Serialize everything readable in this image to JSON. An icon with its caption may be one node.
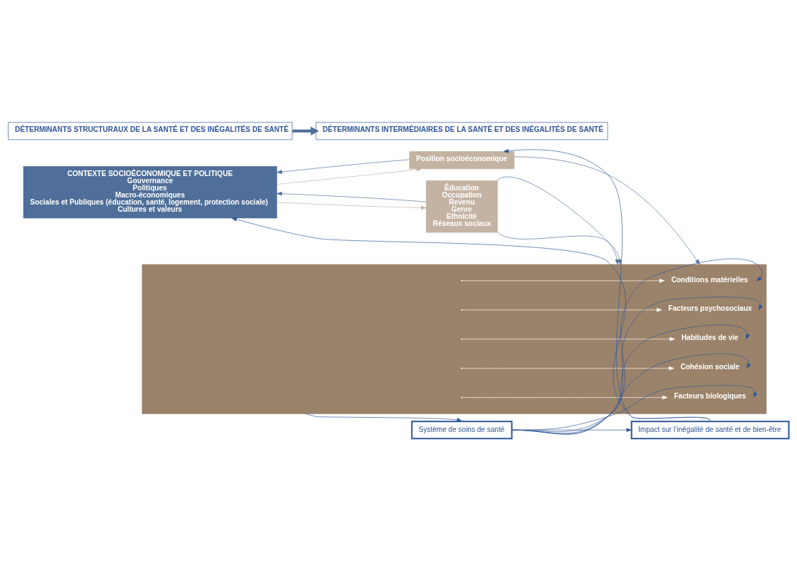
{
  "diagram": {
    "nodes": [
      {
        "text": [
          "CONTEXTE SOCIOÉCONOMIQUE ET POLITIQUE",
          "Gouvernance",
          "Politiques",
          "Macro-économiques",
          "Sociales et Publiques (éducation, santé, logement, protection sociale)",
          "Cultures et valeurs"
        ]
      },
      {
        "text": [
          "Position socioéconomique"
        ]
      },
      {
        "text": [
          "Éducation",
          "Occupation",
          "Revenu",
          "Genre",
          "Ethnicité",
          "Réseaux sociaux"
        ]
      },
      {
        "text": [],
        "shape": "box"
      },
      {
        "text": [
          "Conditions matérielles"
        ],
        "in": 3
      },
      {
        "text": [
          "Cohésion sociale"
        ],
        "in": 3
      },
      {
        "text": [
          "Facteurs psychosociaux"
        ],
        "in": 3
      },
      {
        "text": [
          "Habitudes de vie"
        ],
        "in": 3
      },
      {
        "text": [
          "Facteurs biologiques"
        ],
        "in": 3
      },
      {
        "text": [
          "Impact sur l’inégalité de santé et de bien-être"
        ]
      },
      {
        "text": [
          "Système de soins de santé"
        ]
      },
      {
        "text": [
          "DÉTERMINANTS STRUCTURAUX DE LA SANTÉ ET DES INÉGALITÉS DE SANTÉ"
        ]
      },
      {
        "text": [
          "DÉTERMINANTS INTERMÉDIAIRES DE LA SANTÉ ET DES INÉGALITÉS DE SANTÉ"
        ]
      }
    ],
    "edges": [
      {
        "from": 0,
        "to": 1,
        "arrow": "to",
        "color": "#c4b3a3"
      },
      {
        "from": 1,
        "to": 0,
        "arrow": "to",
        "color": "#4f6e99"
      },
      {
        "from": 0,
        "to": 2,
        "arrow": "to",
        "color": "#c4b3a3"
      },
      {
        "from": 2,
        "to": 0,
        "arrow": "to",
        "color": "#4f6e99"
      },
      {
        "from": 1,
        "to": 3,
        "arrow": "to",
        "color": "#4f6e99"
      },
      {
        "from": 2,
        "to": 3,
        "arrow": "to",
        "color": "#4f6e99"
      },
      {
        "from": 2,
        "to": 3,
        "arrow": "to",
        "color": "#4f6e99"
      },
      {
        "from": null,
        "to": 4,
        "arrow": "to",
        "color": "#ffffff"
      },
      {
        "from": null,
        "to": 5,
        "arrow": "to",
        "color": "#ffffff"
      },
      {
        "from": null,
        "to": 6,
        "arrow": "to",
        "color": "#ffffff"
      },
      {
        "from": null,
        "to": 7,
        "arrow": "to",
        "color": "#ffffff"
      },
      {
        "from": null,
        "to": 8,
        "arrow": "to",
        "color": "#ffffff"
      },
      {
        "from": 3,
        "to": 10,
        "arrow": "to"
      },
      {
        "from": 10,
        "to": 4,
        "arrow": "to"
      },
      {
        "from": 10,
        "to": 5,
        "arrow": "to"
      },
      {
        "from": 10,
        "to": 6,
        "arrow": "to"
      },
      {
        "from": 10,
        "to": 7,
        "arrow": "to"
      },
      {
        "from": 10,
        "to": 8,
        "arrow": "to"
      },
      {
        "from": 10,
        "to": 9,
        "arrow": "to"
      },
      {
        "from": 9,
        "to": 0,
        "arrow": "to"
      },
      {
        "from": 9,
        "to": 1,
        "arrow": "to"
      },
      {
        "from": 11,
        "to": 12,
        "arrow": "to",
        "style": "thick",
        "color": "#4f6e99"
      }
    ]
  }
}
